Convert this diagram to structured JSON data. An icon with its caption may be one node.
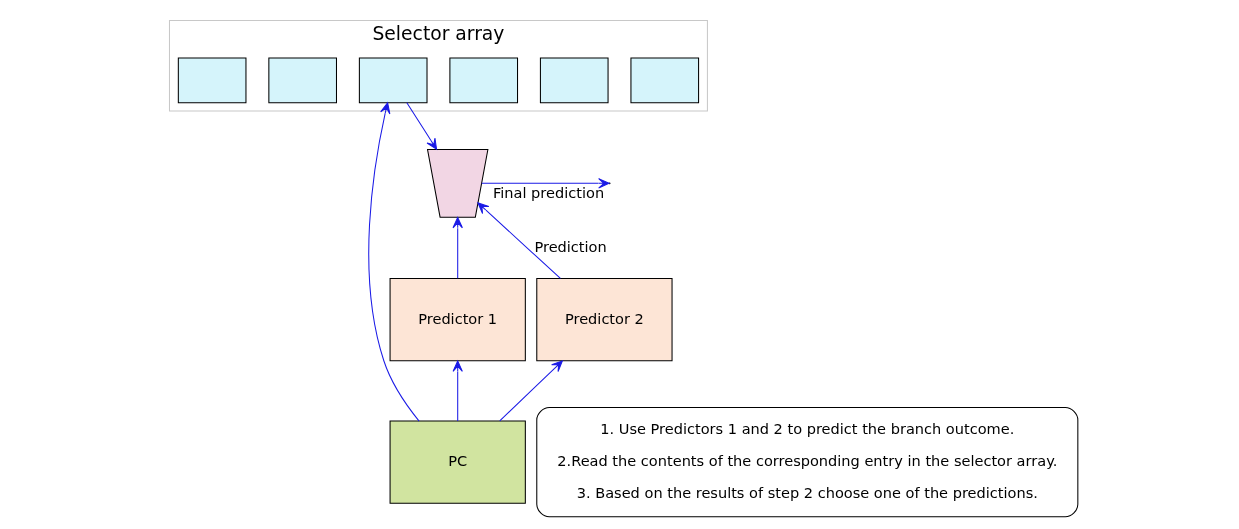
{
  "diagram": {
    "nodes": [
      {
        "text": [
          "Selector array"
        ]
      },
      {
        "text": [],
        "shape": "box",
        "in": 0
      },
      {
        "text": [],
        "shape": "box",
        "in": 0
      },
      {
        "text": [],
        "shape": "box",
        "in": 0
      },
      {
        "text": [],
        "shape": "box",
        "in": 0
      },
      {
        "text": [],
        "shape": "box",
        "in": 0
      },
      {
        "text": [],
        "shape": "box",
        "in": 0
      },
      {
        "text": [],
        "shape": "trapezoid"
      },
      {
        "text": [
          "Predictor 1"
        ]
      },
      {
        "text": [
          "Predictor 2"
        ]
      },
      {
        "text": [
          "PC"
        ]
      },
      {
        "text": [
          "1. Use Predictors 1 and 2 to predict the branch outcome.",
          "2.Read the contents of the corresponding entry in the selector array.",
          "3. Based on the results of step 2 choose one of the predictions."
        ]
      }
    ],
    "edges": [
      {
        "from": 10,
        "to": 8,
        "arrow": "to"
      },
      {
        "from": 10,
        "to": 3,
        "arrow": "to"
      },
      {
        "from": 10,
        "to": 9,
        "arrow": "to"
      },
      {
        "from": 3,
        "to": 7,
        "arrow": "to"
      },
      {
        "from": 9,
        "to": 7,
        "arrow": "to",
        "label": "Prediction"
      },
      {
        "from": 8,
        "to": 7,
        "arrow": "to"
      },
      {
        "from": 7,
        "to": null,
        "arrow": "to",
        "label": "Final prediction"
      }
    ]
  }
}
